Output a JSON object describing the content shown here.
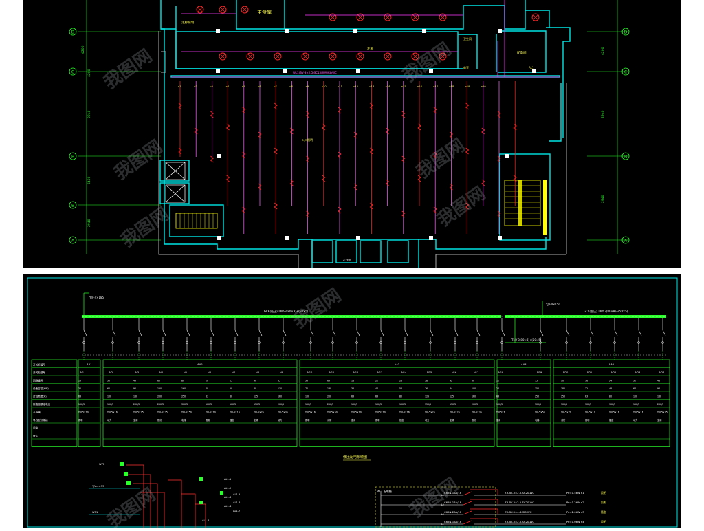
{
  "colors": {
    "background": "#000000",
    "wall": "#00e5e5",
    "column": "#ffffff",
    "lamp": "#ff2a2a",
    "trunk": "#ff3dff",
    "branch": "#ff66ff",
    "busbar": "#2bff2b",
    "table": "#2bff2b",
    "axis": "#2bff2b",
    "label": "#ffff55",
    "stair": "#ffff00"
  },
  "floor_plan": {
    "axis_labels_left": [
      "D",
      "C",
      "B",
      "B",
      "A"
    ],
    "axis_labels_right": [
      "D",
      "C",
      "B",
      "A"
    ],
    "dims_left": [
      "4200",
      "4200",
      "2940",
      "5400",
      "2940"
    ],
    "dims_right": [
      "4200",
      "2940",
      "2940"
    ],
    "room_main_kitchen": "主食库",
    "label_corridor_top": "走廊照明",
    "label_corridor_mid": "走廊",
    "label_right_room": "配电间",
    "label_small_room_1": "卫生间",
    "label_small_room_2": "前室",
    "label_trunk": "WL1(BV-3×2.5)SC15照明线路WC",
    "label_panel": "AL1",
    "label_entry": "入口照明",
    "label_dim_bottom": "4200",
    "branch_labels": [
      "n1",
      "n2",
      "n3",
      "n4",
      "n5",
      "n6",
      "n7",
      "n8",
      "n9",
      "n10",
      "n11",
      "n12",
      "n13",
      "n14",
      "n15",
      "n16",
      "n17",
      "n18",
      "n19",
      "n20"
    ]
  },
  "system_diagram": {
    "incoming_label_left": "YJV-4×185",
    "incoming_label_right": "YJV-4×150",
    "bus_label_1": "GCK(低压) TMY-3(80×8)+(50×5)",
    "bus_label_2": "GCK(低压) TMY-3(80×8)+(50×5)",
    "bus_label_3": "TMY-3(80×8)+(50×5)",
    "row_headers": [
      "开关柜编号",
      "开关柜型号",
      "回路编号",
      "设备容量(kW)",
      "计算电流(A)",
      "断路器额定电流",
      "互感器",
      "导线型号规格",
      "用途",
      "备注"
    ],
    "cabinets": [
      "AA1",
      "AA2",
      "AA3",
      "AA4",
      "AA5"
    ],
    "feeders": [
      "N1",
      "N2",
      "N3",
      "N4",
      "N5",
      "N6",
      "N7",
      "N8",
      "N9",
      "N10",
      "N11",
      "N12",
      "N13",
      "N14",
      "N15",
      "N16",
      "N17",
      "N18",
      "N19",
      "N20",
      "N21",
      "N22",
      "N23",
      "N24"
    ],
    "cell_values": {
      "cap": [
        "15",
        "30",
        "45",
        "60",
        "80",
        "20",
        "25",
        "40",
        "55",
        "35",
        "65",
        "18",
        "22",
        "28",
        "38",
        "42",
        "50",
        "12",
        "75",
        "90",
        "16",
        "24",
        "32",
        "48"
      ],
      "current": [
        "30",
        "60",
        "90",
        "120",
        "160",
        "40",
        "50",
        "80",
        "110",
        "70",
        "130",
        "36",
        "44",
        "56",
        "76",
        "84",
        "100",
        "24",
        "150",
        "180",
        "32",
        "48",
        "64",
        "96"
      ],
      "breaker": [
        "63",
        "100",
        "160",
        "200",
        "250",
        "63",
        "80",
        "125",
        "160",
        "100",
        "200",
        "63",
        "63",
        "80",
        "125",
        "125",
        "160",
        "63",
        "250",
        "250",
        "63",
        "80",
        "100",
        "160"
      ],
      "ct": [
        "100/5",
        "150/5",
        "200/5",
        "250/5",
        "300/5",
        "100/5",
        "100/5",
        "150/5",
        "200/5",
        "150/5",
        "250/5",
        "100/5",
        "100/5",
        "100/5",
        "150/5",
        "150/5",
        "200/5",
        "100/5",
        "300/5",
        "300/5",
        "100/5",
        "100/5",
        "150/5",
        "200/5"
      ],
      "cable": [
        "YJV-5×10",
        "YJV-5×16",
        "YJV-5×25",
        "YJV-5×35",
        "YJV-5×50",
        "YJV-5×10",
        "YJV-5×16",
        "YJV-5×25",
        "YJV-5×35",
        "YJV-5×16",
        "YJV-5×50",
        "YJV-5×10",
        "YJV-5×10",
        "YJV-5×16",
        "YJV-5×25",
        "YJV-5×25",
        "YJV-5×35",
        "YJV-5×6",
        "YJV-5×50",
        "YJV-5×70",
        "YJV-5×10",
        "YJV-5×16",
        "YJV-5×16",
        "YJV-5×35"
      ],
      "use": [
        "照明",
        "动力",
        "空调",
        "厨房",
        "电梯",
        "照明",
        "插座",
        "空调",
        "动力",
        "照明",
        "消防",
        "备用",
        "照明",
        "插座",
        "动力",
        "空调",
        "厨房",
        "备用",
        "电梯",
        "消防",
        "照明",
        "插座",
        "动力",
        "空调"
      ]
    },
    "title_low_voltage": "低压配电系统图",
    "panel_label": "AL1 配电箱",
    "branch_breakers": [
      "C65N-16A/1P",
      "C65N-16A/1P",
      "C65N-20A/1P",
      "C65N-16A/1P"
    ],
    "branch_cables": [
      "ZR-BV-3×2.5-SC20-WC",
      "ZR-BV-3×2.5-SC20-WC",
      "ZR-BV-3×4-SC20-WC",
      "ZR-BV-3×2.5-SC20-WC"
    ],
    "branch_loads": [
      "Pe=1.5kW n1",
      "Pe=1.2kW n2",
      "Pe=2.0kW n3",
      "Pe=1.0kW n4"
    ],
    "branch_uses": [
      "照明",
      "照明",
      "插座",
      "照明"
    ],
    "left_labels": [
      "YJV-4×35",
      "WP1",
      "WP2"
    ],
    "left_mini_labels": [
      "AL1-1",
      "AL1-2",
      "AL1-3",
      "AL1-4",
      "AL1-5",
      "AL1-6",
      "AL1-7",
      "AL1-8"
    ]
  },
  "watermark": "我图网"
}
